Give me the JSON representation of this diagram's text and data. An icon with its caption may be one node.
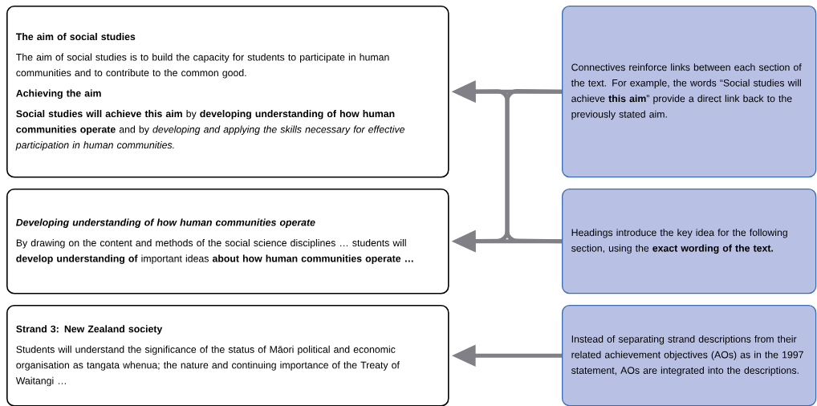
{
  "diagram": {
    "nodes": [
      {
        "text": [
          "The aim of social studies",
          "The aim of social studies is to build the capacity for students to participate in human communities and to contribute to the common good.",
          "Achieving the aim",
          "**Social studies will achieve this aim** by **developing understanding of how human communities operate** and by *developing and applying the skills necessary for effective participation in human communities.*"
        ]
      },
      {
        "text": [
          "Developing understanding of how human communities operate",
          "By drawing on the content and methods of the social science disciplines … students will **develop understanding of** important ideas **about how human communities operate …**"
        ]
      },
      {
        "text": [
          "Strand 3: New Zealand society",
          "Students will understand the significance of the status of Māori political and economic organisation as tangata whenua; the nature and continuing importance of the Treaty of Waitangi …"
        ]
      },
      {
        "text": [
          "Connectives reinforce links between each section of the text.  For example, the words “Social studies will achieve **this aim**” provide a direct link back to the previously stated aim."
        ]
      },
      {
        "text": [
          "Headings introduce the key idea for the following section, using the **exact wording of the text.**"
        ]
      },
      {
        "text": [
          "Instead of separating strand descriptions from their related achievement objectives (AOs) as in the 1997 statement, AOs are integrated into the descriptions."
        ]
      }
    ],
    "edges": [
      {
        "from": 3,
        "to": 0,
        "arrow": "to"
      },
      {
        "from": 3,
        "to": 1,
        "arrow": "to"
      },
      {
        "from": 4,
        "to": 0,
        "arrow": "to"
      },
      {
        "from": 4,
        "to": 1,
        "arrow": "to"
      },
      {
        "from": 5,
        "to": 2,
        "arrow": "to"
      }
    ]
  }
}
